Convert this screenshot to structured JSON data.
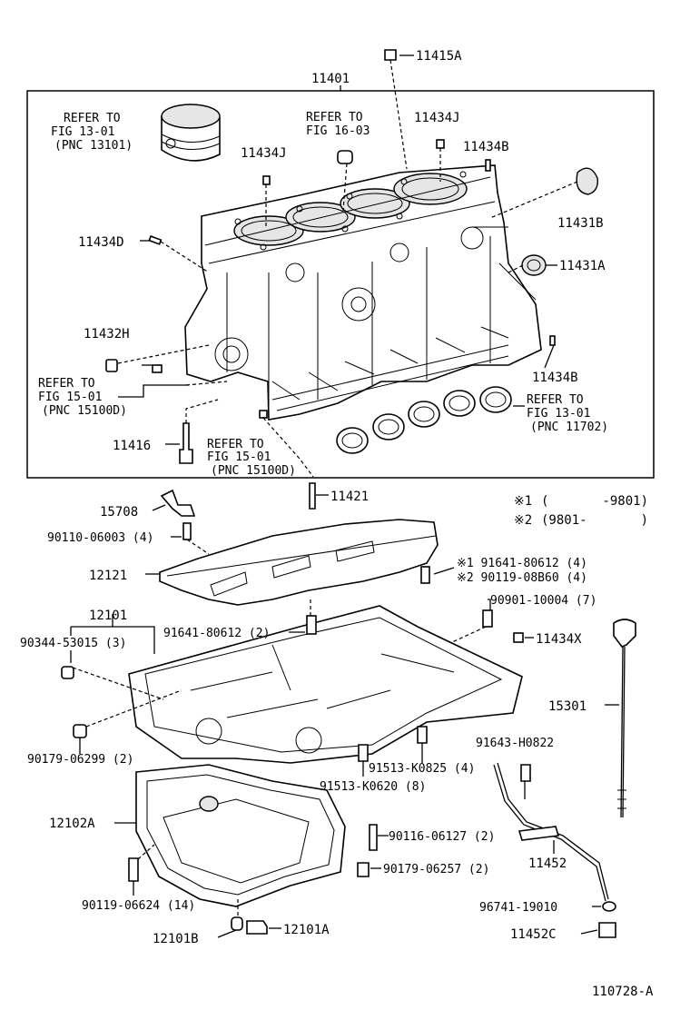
{
  "frame_label": "11401",
  "diagram_id": "110728-A",
  "legend": {
    "note1_mark": "※1",
    "note1_range": "(       -9801)",
    "note2_mark": "※2",
    "note2_range": "(9801-       )"
  },
  "refs": {
    "piston": [
      "REFER TO",
      "FIG 13-01",
      "(PNC 13101)"
    ],
    "fig16": [
      "REFER TO",
      "FIG 16-03"
    ],
    "left15": [
      "REFER TO",
      "FIG 15-01",
      "(PNC 15100D)"
    ],
    "bot15": [
      "REFER TO",
      "FIG 15-01",
      "(PNC 15100D)"
    ],
    "bearing": [
      "REFER TO",
      "FIG 13-01",
      "(PNC 11702)"
    ]
  },
  "parts": {
    "p11415A": "11415A",
    "p11434J_right": "11434J",
    "p11434J_left": "11434J",
    "p11434B_top": "11434B",
    "p11431B": "11431B",
    "p11434D": "11434D",
    "p11431A": "11431A",
    "p11432H": "11432H",
    "p11434B_bottom": "11434B",
    "p11416": "11416",
    "p11421": "11421",
    "p15708": "15708",
    "p90110": "90110-06003 (4)",
    "p12121": "12121",
    "p91641_note": "※1 91641-80612 (4)",
    "p90119_note": "※2 90119-08B60 (4)",
    "p90901": "90901-10004 (7)",
    "p12101": "12101",
    "p90344": "90344-53015 (3)",
    "p91641": "91641-80612 (2)",
    "p11434X": "11434X",
    "p15301": "15301",
    "p90179_a": "90179-06299 (2)",
    "p91513_a": "91513-K0825 (4)",
    "p91643": "91643-H0822",
    "p91513_b": "91513-K0620 (8)",
    "p12102A": "12102A",
    "p90116": "90116-06127 (2)",
    "p11452": "11452",
    "p90179_b": "90179-06257 (2)",
    "p90119": "90119-06624 (14)",
    "p96741": "96741-19010",
    "p12101B": "12101B",
    "p12101A": "12101A",
    "p11452C": "11452C"
  }
}
